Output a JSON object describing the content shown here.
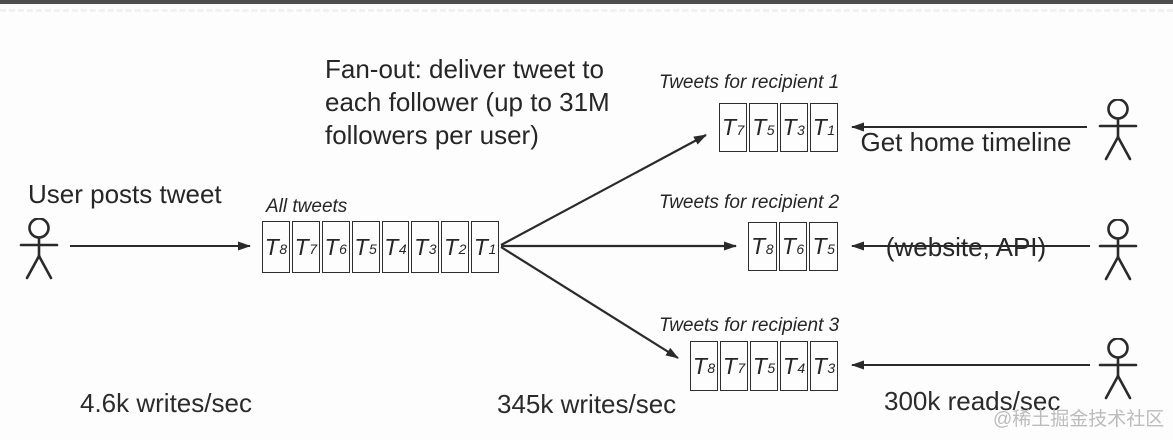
{
  "left_actor": {
    "caption": "User posts tweet",
    "rate_label": "4.6k writes/sec"
  },
  "all_tweets_queue": {
    "label": "All tweets",
    "cells": [
      "T8",
      "T7",
      "T6",
      "T5",
      "T4",
      "T3",
      "T2",
      "T1"
    ]
  },
  "fanout_note": {
    "lines": [
      "Fan-out: deliver tweet to",
      "each follower (up to 31M",
      "followers per user)"
    ],
    "rate_label": "345k writes/sec"
  },
  "recipient_queues": [
    {
      "label": "Tweets for recipient 1",
      "cells": [
        "T7",
        "T5",
        "T3",
        "T1"
      ]
    },
    {
      "label": "Tweets for recipient 2",
      "cells": [
        "T8",
        "T6",
        "T5"
      ]
    },
    {
      "label": "Tweets for recipient 3",
      "cells": [
        "T8",
        "T7",
        "T5",
        "T4",
        "T3"
      ]
    }
  ],
  "read_side": {
    "caption_lines": [
      "Get home timeline",
      "(website, API)"
    ],
    "rate_label": "300k reads/sec"
  },
  "watermark": "@稀土掘金技术社区"
}
